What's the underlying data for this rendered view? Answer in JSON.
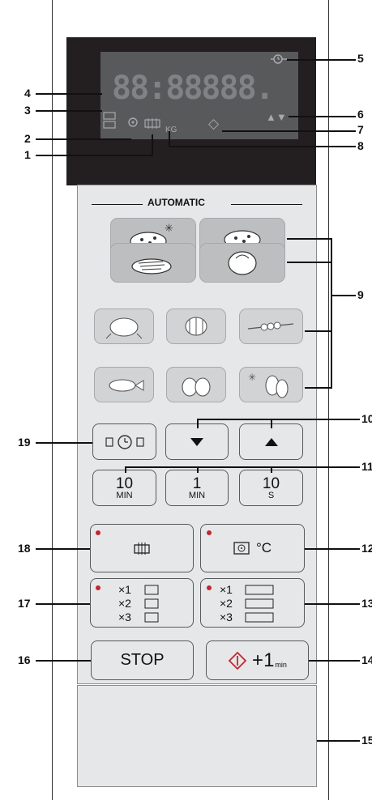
{
  "callouts": [
    "1",
    "2",
    "3",
    "4",
    "5",
    "6",
    "7",
    "8",
    "9",
    "10",
    "11",
    "12",
    "13",
    "14",
    "15",
    "16",
    "17",
    "18",
    "19"
  ],
  "display": {
    "digits": "88:88888.",
    "kg_label": "KG",
    "arrows": "▲▼",
    "start_symbol": "◇"
  },
  "keypad": {
    "section_title": "AUTOMATIC",
    "time_buttons": [
      {
        "value": "10",
        "unit": "MIN"
      },
      {
        "value": "1",
        "unit": "MIN"
      },
      {
        "value": "10",
        "unit": "S"
      }
    ],
    "hot_air_unit": "°C",
    "grill_levels": [
      "×1",
      "×2",
      "×3"
    ],
    "combi_levels": [
      "×1",
      "×2",
      "×3"
    ],
    "stop_label": "STOP",
    "plus_label": "+1",
    "plus_unit": "min"
  },
  "colors": {
    "display_bg": "#231f20",
    "keypad_bg": "#e6e7e8",
    "indicator_red": "#c4262e"
  }
}
